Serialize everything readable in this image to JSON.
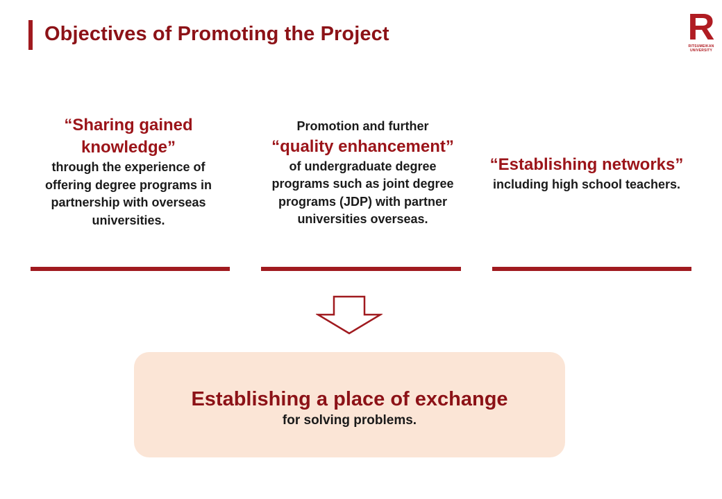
{
  "header": {
    "title": "Objectives of Promoting the Project"
  },
  "logo": {
    "letter": "R",
    "text_line1": "RITSUMEIKAN",
    "text_line2": "UNIVERSITY",
    "color": "#b01c22"
  },
  "columns": [
    {
      "accent_lines": [
        "“Sharing gained",
        "knowledge”"
      ],
      "body_lines": [
        "through the experience of",
        "offering degree programs in",
        "partnership with overseas",
        "universities."
      ]
    },
    {
      "intro": "Promotion and further",
      "accent": "“quality enhancement”",
      "body_lines": [
        "of undergraduate degree",
        "programs such as joint degree",
        "programs (JDP) with partner",
        "universities  overseas."
      ]
    },
    {
      "accent": "“Establishing networks”",
      "body": "including  high school teachers."
    }
  ],
  "arrow": {
    "icon": "down-arrow-outline-icon"
  },
  "result": {
    "title": "Establishing a place of exchange",
    "subtitle": "for solving  problems."
  },
  "colors": {
    "accent": "#9b1419",
    "rule": "#a01a1f",
    "result_bg": "#fbe5d6"
  }
}
